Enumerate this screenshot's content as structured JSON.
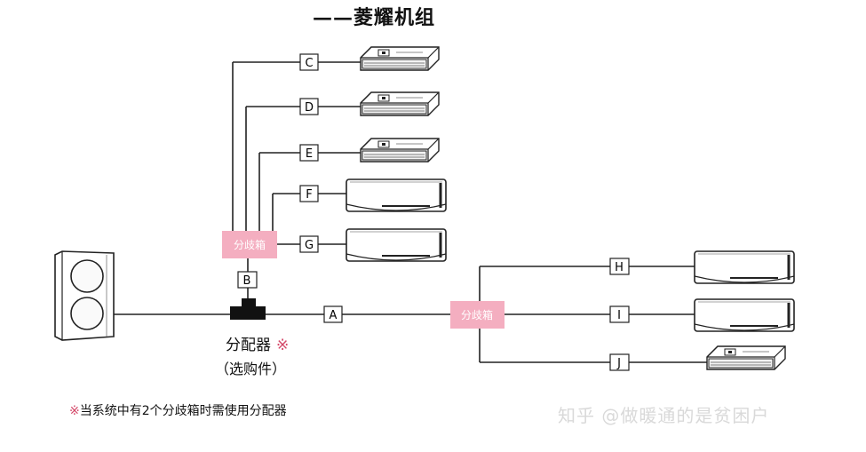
{
  "title": "——菱耀机组",
  "branch_box_label": "分歧箱",
  "line_labels": [
    "C",
    "D",
    "E",
    "F",
    "G",
    "B",
    "A",
    "H",
    "I",
    "J"
  ],
  "splitter": {
    "label": "分配器",
    "mark": "※",
    "optional": "（选购件）"
  },
  "note": {
    "mark": "※",
    "text": "当系统中有2个分歧箱时需使用分配器"
  },
  "watermark": "知乎 @做暖通的是贫困户",
  "colors": {
    "line": "#222222",
    "branch_box": "#f4aec0",
    "branch_text": "#ffffff",
    "splitter": "#111111",
    "mark": "#d44a6a"
  },
  "icons": [
    "outdoor-unit-icon",
    "ceiling-cassette-icon",
    "wall-mounted-unit-icon",
    "distributor-icon"
  ]
}
